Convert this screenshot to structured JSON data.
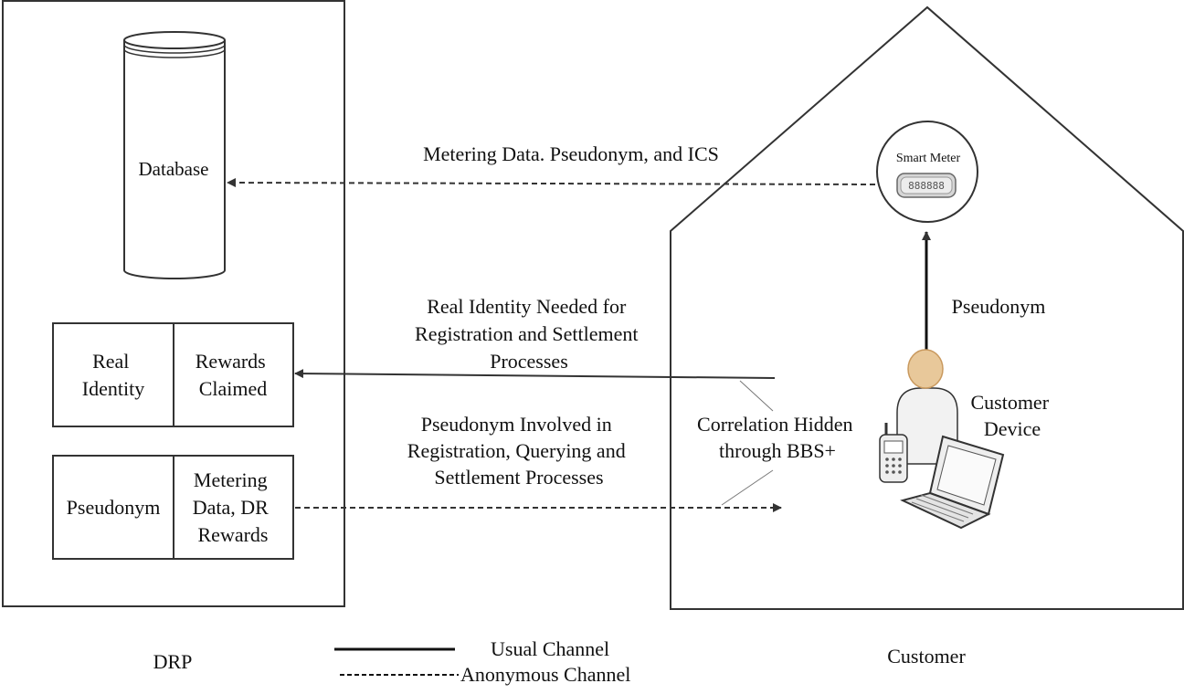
{
  "colors": {
    "line": "#333333",
    "text": "#111111",
    "skin": "#e8c89a",
    "skin_shade": "#c9995e",
    "shirt": "#f2f2f2",
    "device": "#eeeeee"
  },
  "drp": {
    "database_label": "Database",
    "real_identity_label": [
      "Real",
      "Identity"
    ],
    "rewards_claimed_label": [
      "Rewards",
      "Claimed"
    ],
    "pseudonym_cell_label": "Pseudonym",
    "metering_cell_label": [
      "Metering",
      "Data, DR",
      "Rewards"
    ],
    "caption": "DRP"
  },
  "customer": {
    "smart_meter_label": "Smart Meter",
    "meter_display": "888888",
    "pseudonym_label": "Pseudonym",
    "customer_device_label": [
      "Customer",
      "Device"
    ],
    "correlation_label": [
      "Correlation Hidden",
      "through BBS+"
    ],
    "caption": "Customer"
  },
  "flows": {
    "metering_flow_label": "Metering Data. Pseudonym, and ICS",
    "real_identity_flow_label": [
      "Real Identity Needed for",
      "Registration and Settlement",
      "Processes"
    ],
    "pseudonym_flow_label": [
      "Pseudonym Involved in",
      "Registration, Querying and",
      "Settlement Processes"
    ]
  },
  "legend": {
    "usual_channel": "Usual Channel",
    "anonymous_channel": "Anonymous Channel"
  }
}
